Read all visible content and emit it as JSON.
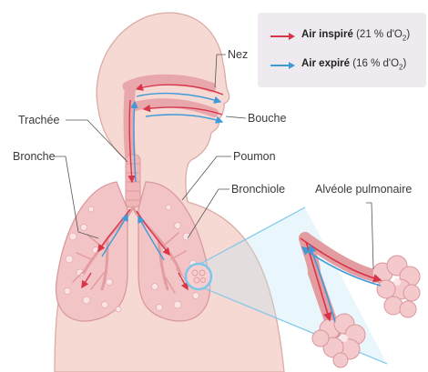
{
  "legend": {
    "inspired": {
      "title": "Air inspiré",
      "detail_prefix": "(21 % d'O",
      "subscript": "2",
      "detail_suffix": ")",
      "color": "#d8344a"
    },
    "expired": {
      "title": "Air expiré",
      "detail_prefix": "(16 % d'O",
      "subscript": "2",
      "detail_suffix": ")",
      "color": "#3f9ad8"
    }
  },
  "labels": {
    "nez": "Nez",
    "bouche": "Bouche",
    "trachee": "Trachée",
    "bronche": "Bronche",
    "poumon": "Poumon",
    "bronchiole": "Bronchiole",
    "alveole": "Alvéole pulmonaire"
  },
  "colors": {
    "skin": "#f7d9d3",
    "skin_outline": "#d9aca4",
    "lung": "#f3c4c6",
    "airway": "#e8a8ab",
    "zoom": "#7cc6ea",
    "alveolus": "#f4c9cc"
  }
}
